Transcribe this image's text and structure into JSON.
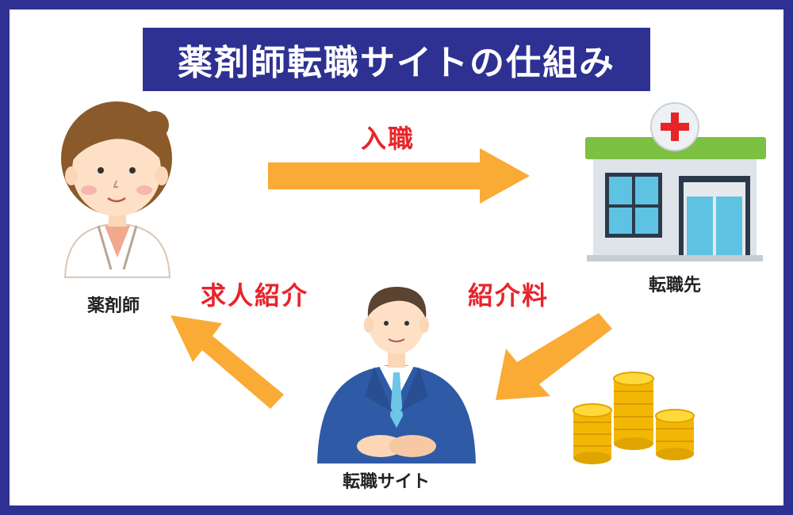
{
  "title": "薬剤師転職サイトの仕組み",
  "nodes": {
    "pharmacist": "薬剤師",
    "employer": "転職先",
    "site": "転職サイト"
  },
  "flows": {
    "hire": "入職",
    "introduction": "求人紹介",
    "fee": "紹介料"
  },
  "colors": {
    "frame": "#2e3192",
    "arrow": "#f9ab35",
    "label_red": "#e8242b"
  }
}
